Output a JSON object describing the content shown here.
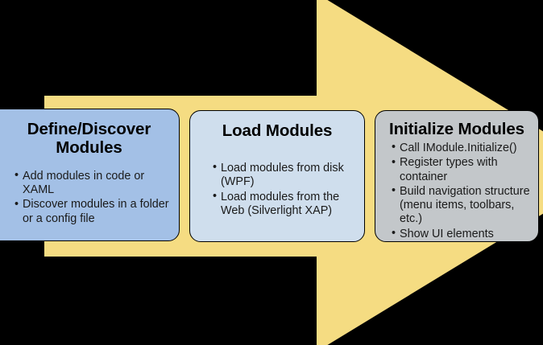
{
  "diagram": {
    "title": "Prism module lifecycle process arrow",
    "background_color": "#000000",
    "arrow": {
      "name": "process-arrow",
      "direction": "right",
      "fill_color": "#F5DC82",
      "stroke_color": "#000000"
    },
    "stages": [
      {
        "id": "define",
        "title": "Define/Discover Modules",
        "fill_color": "#A3C0E6",
        "bullets": [
          "Add modules in code or XAML",
          "Discover modules in a folder or a config file"
        ]
      },
      {
        "id": "load",
        "title": "Load Modules",
        "fill_color": "#CFDEED",
        "bullets": [
          "Load modules from disk (WPF)",
          "Load modules from the Web (Silverlight XAP)"
        ]
      },
      {
        "id": "initialize",
        "title": "Initialize Modules",
        "fill_color": "#C3C7CA",
        "bullets": [
          "Call IModule.Initialize()",
          "Register types with container",
          "Build navigation structure (menu items, toolbars, etc.)",
          "Show UI elements"
        ]
      }
    ]
  }
}
